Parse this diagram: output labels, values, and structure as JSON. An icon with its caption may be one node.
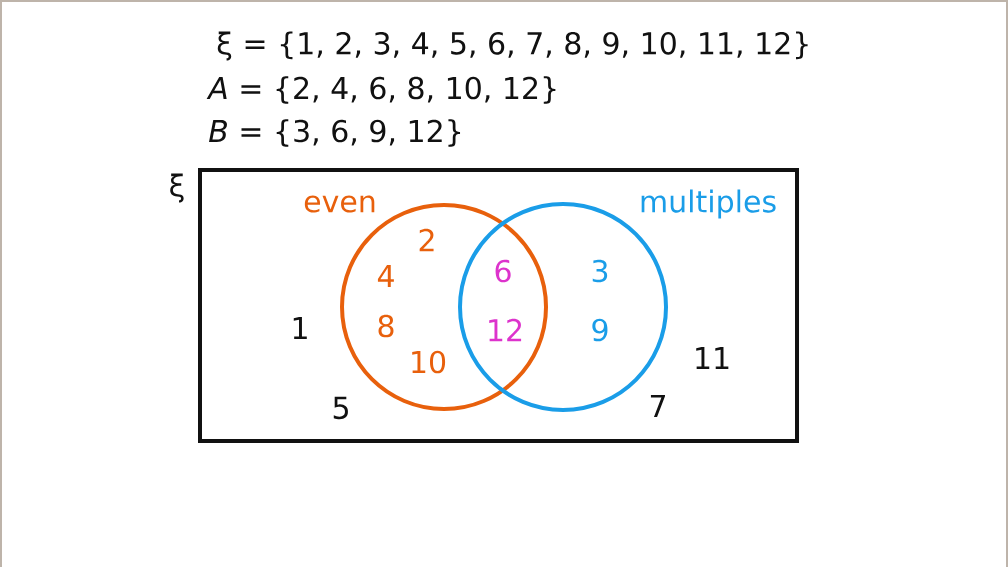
{
  "diagram": {
    "nodes": [
      {
        "text": [
          "ξ"
        ]
      },
      {
        "text": [
          "even"
        ],
        "in": 0
      },
      {
        "text": [
          "multiples"
        ],
        "in": 0
      }
    ],
    "labels": [
      "ξ = {1, 2, 3, 4, 5, 6, 7, 8, 9, 10, 11, 12}",
      "*A* = {2, 4, 6, 8, 10, 12}",
      "*B* = {3, 6, 9, 12}",
      "2",
      "4",
      "8",
      "10",
      "6",
      "12",
      "3",
      "9",
      "1",
      "5",
      "7",
      "11"
    ]
  }
}
